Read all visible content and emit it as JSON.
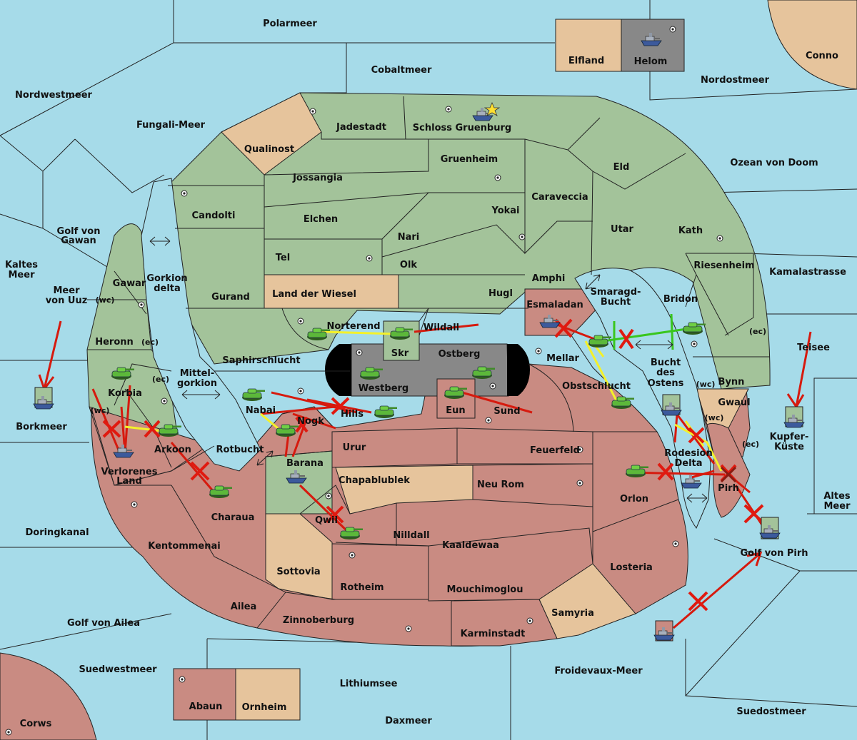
{
  "colors": {
    "sea": "#a6dbe9",
    "player_green": "#a3c39a",
    "player_red": "#c98b82",
    "neutral": "#e6c49c",
    "impassable": "#888888",
    "order_red": "#d61a0e",
    "order_yellow": "#f4f12a",
    "order_green": "#39c61e"
  },
  "seas": {
    "polarmeer": "Polarmeer",
    "cobaltmeer": "Cobaltmeer",
    "nordwestmeer": "Nordwestmeer",
    "fungali": "Fungali-Meer",
    "nordostmeer": "Nordostmeer",
    "ozean": "Ozean von Doom",
    "golf_gawan": "Golf von Gawan",
    "kaltes": "Kaltes Meer",
    "uuz": "Meer von Uuz",
    "kamalastrasse": "Kamalastrasse",
    "teisee": "Teisee",
    "borkmeer": "Borkmeer",
    "kupfer": "Kupfer-Küste",
    "altes": "Altes Meer",
    "doringkanal": "Doringkanal",
    "golf_pirh": "Golf von Pirh",
    "golf_ailea": "Golf von Ailea",
    "suedwestmeer": "Suedwestmeer",
    "lithiumsee": "Lithiumsee",
    "froidevaux": "Froidevaux-Meer",
    "suedostmeer": "Suedostmeer",
    "daxmeer": "Daxmeer",
    "gorkion_delta": "Gorkion delta",
    "mittelgorkion": "Mittel-gorkion",
    "rotbucht": "Rotbucht",
    "smaragd": "Smaragd-Bucht",
    "bucht_ostens": "Bucht des Ostens",
    "rodesion": "Rodesion Delta"
  },
  "lands": {
    "conno": "Conno",
    "elfland": "Elfland",
    "helom": "Helom",
    "jadestadt": "Jadestadt",
    "schloss": "Schloss Gruenburg",
    "qualinost": "Qualinost",
    "jossangia": "Jossangia",
    "gruenheim": "Gruenheim",
    "eld": "Eld",
    "caraveccia": "Caraveccia",
    "candolti": "Candolti",
    "elchen": "Elchen",
    "yokai": "Yokai",
    "utar": "Utar",
    "kath": "Kath",
    "nari": "Nari",
    "tel": "Tel",
    "olk": "Olk",
    "riesenheim": "Riesenheim",
    "amphi": "Amphi",
    "gawar": "Gawar",
    "gurand": "Gurand",
    "land_wiesel": "Land der Wiesel",
    "hugl": "Hugl",
    "bridon": "Bridon",
    "esmaladan": "Esmaladan",
    "norterend": "Norterend",
    "wildall": "Wildall",
    "heronn": "Heronn",
    "skr": "Skr",
    "ostberg": "Ostberg",
    "saphirschlucht": "Saphirschlucht",
    "mellar": "Mellar",
    "westberg": "Westberg",
    "bynn": "Bynn",
    "obstschlucht": "Obstschlucht",
    "korbia": "Korbia",
    "gwaul": "Gwaul",
    "nabai": "Nabai",
    "hills": "Hills",
    "eun": "Eun",
    "sund": "Sund",
    "nogk": "Nogk",
    "arkoon": "Arkoon",
    "urur": "Urur",
    "feuerfeld": "Feuerfeld",
    "verlorenes": "Verlorenes Land",
    "barana": "Barana",
    "chapablublek": "Chapablublek",
    "neu_rom": "Neu Rom",
    "orlon": "Orlon",
    "pirh": "Pirh",
    "charaua": "Charaua",
    "qwil": "Qwil",
    "nilldall": "Nilldall",
    "kentommenai": "Kentommenai",
    "kaaldewaa": "Kaaldewaa",
    "sottovia": "Sottovia",
    "rotheim": "Rotheim",
    "losteria": "Losteria",
    "mouchimoglou": "Mouchimoglou",
    "ailea": "Ailea",
    "samyria": "Samyria",
    "zinnoberburg": "Zinnoberburg",
    "karminstadt": "Karminstadt",
    "abaun": "Abaun",
    "ornheim": "Ornheim",
    "corws": "Corws"
  },
  "coasts": {
    "wc": "(wc)",
    "ec": "(ec)"
  },
  "icons": {
    "unit_army": "tank-icon",
    "unit_fleet": "ship-icon",
    "supply_center": "supply-center-icon",
    "capital": "star-icon"
  }
}
